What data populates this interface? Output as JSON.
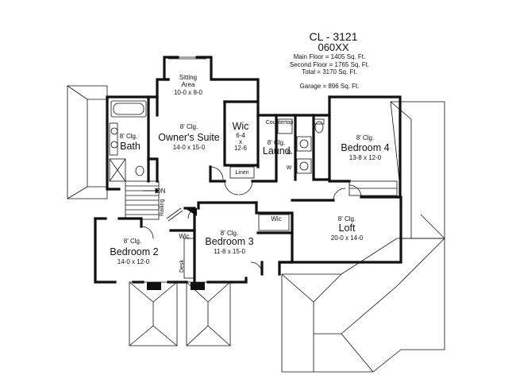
{
  "header": {
    "plan_id": "CL - 3121",
    "plan_code": "060XX",
    "main_floor": "Main Floor = 1405 Sq. Ft.",
    "second_floor": "Second Floor = 1765 Sq. Ft.",
    "total": "Total = 3170 Sq. Ft.",
    "garage": "Garage = 896 Sq. Ft."
  },
  "rooms": {
    "sitting_area": {
      "name_line1": "Sitting",
      "name_line2": "Area",
      "dims": "10-0 x 8-0"
    },
    "owners_suite": {
      "ceiling": "8' Clg.",
      "name": "Owner's Suite",
      "dims": "14-0 x 15-0"
    },
    "wic_owner": {
      "name": "Wic",
      "dim1": "6-4",
      "x": "x",
      "dim2": "12-6"
    },
    "bath": {
      "ceiling": "8' Clg.",
      "name": "Bath"
    },
    "linen": {
      "name": "Linen"
    },
    "countertop": {
      "name": "Countertop"
    },
    "laundry": {
      "ceiling": "8' Clg.",
      "name": "Laund.",
      "dryer": "D",
      "washer": "W"
    },
    "bedroom4": {
      "ceiling": "8' Clg.",
      "name": "Bedroom 4",
      "dims": "13-8 x 12-0"
    },
    "stair": {
      "dn": "DN",
      "railing": "Railing"
    },
    "bedroom2": {
      "ceiling": "8' Clg.",
      "name": "Bedroom 2",
      "dims": "14-0 x 12-0"
    },
    "wic_center": {
      "name": "Wic"
    },
    "desk": {
      "name": "Desk"
    },
    "bedroom3": {
      "ceiling": "8' Clg.",
      "name": "Bedroom 3",
      "dims": "11-8 x 15-0"
    },
    "wic_bed3": {
      "name": "Wic"
    },
    "loft": {
      "ceiling": "8' Clg.",
      "name": "Loft",
      "dims": "20-0 x 14-0"
    }
  }
}
